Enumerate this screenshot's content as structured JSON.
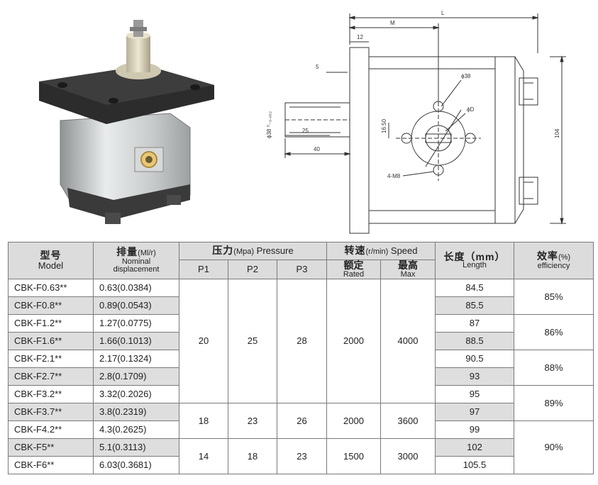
{
  "drawing": {
    "dim_L": "L",
    "dim_M": "M",
    "dim_12": "12",
    "dim_5": "5",
    "dim_38": "ϕ38",
    "dim_D": "ϕD",
    "dim_1650": "16.50",
    "dim_104": "104",
    "dim_25": "25",
    "dim_40": "40",
    "dim_4m8": "4-M8",
    "dim_shaft": "ϕ38 ⁰₋₀.₀₆₂"
  },
  "table": {
    "headers": {
      "model_zh": "型号",
      "model_en": "Model",
      "disp_zh": "排量",
      "disp_unit": "(Ml/r)",
      "disp_en_1": "Nominal",
      "disp_en_2": "displacement",
      "pressure_zh": "压力",
      "pressure_unit": "(Mpa)",
      "pressure_en": "Pressure",
      "p1": "P1",
      "p2": "P2",
      "p3": "P3",
      "speed_zh": "转速",
      "speed_unit": "(r/min)",
      "speed_en": "Speed",
      "rated_zh": "额定",
      "rated_en": "Rated",
      "max_zh": "最高",
      "max_en": "Max",
      "length_zh": "长度（mm）",
      "length_en": "Length",
      "eff_zh": "效率",
      "eff_unit": "(%)",
      "eff_en": "efficiency"
    },
    "rows": [
      {
        "model": "CBK-F0.63**",
        "disp": "0.63(0.0384)",
        "length": "84.5"
      },
      {
        "model": "CBK-F0.8**",
        "disp": "0.89(0.0543)",
        "length": "85.5"
      },
      {
        "model": "CBK-F1.2**",
        "disp": "1.27(0.0775)",
        "length": "87"
      },
      {
        "model": "CBK-F1.6**",
        "disp": "1.66(0.1013)",
        "length": "88.5"
      },
      {
        "model": "CBK-F2.1**",
        "disp": "2.17(0.1324)",
        "length": "90.5"
      },
      {
        "model": "CBK-F2.7**",
        "disp": "2.8(0.1709)",
        "length": "93"
      },
      {
        "model": "CBK-F3.2**",
        "disp": "3.32(0.2026)",
        "length": "95"
      },
      {
        "model": "CBK-F3.7**",
        "disp": "3.8(0.2319)",
        "length": "97"
      },
      {
        "model": "CBK-F4.2**",
        "disp": "4.3(0.2625)",
        "length": "99"
      },
      {
        "model": "CBK-F5**",
        "disp": "5.1(0.3113)",
        "length": "102"
      },
      {
        "model": "CBK-F6**",
        "disp": "6.03(0.3681)",
        "length": "105.5"
      }
    ],
    "groups": [
      {
        "p1": "20",
        "p2": "25",
        "p3": "28",
        "rated": "2000",
        "max": "4000"
      },
      {
        "p1": "18",
        "p2": "23",
        "p3": "26",
        "rated": "2000",
        "max": "3600"
      },
      {
        "p1": "14",
        "p2": "18",
        "p3": "23",
        "rated": "1500",
        "max": "3000"
      }
    ],
    "efficiency": [
      "85%",
      "86%",
      "88%",
      "89%",
      "90%"
    ]
  }
}
